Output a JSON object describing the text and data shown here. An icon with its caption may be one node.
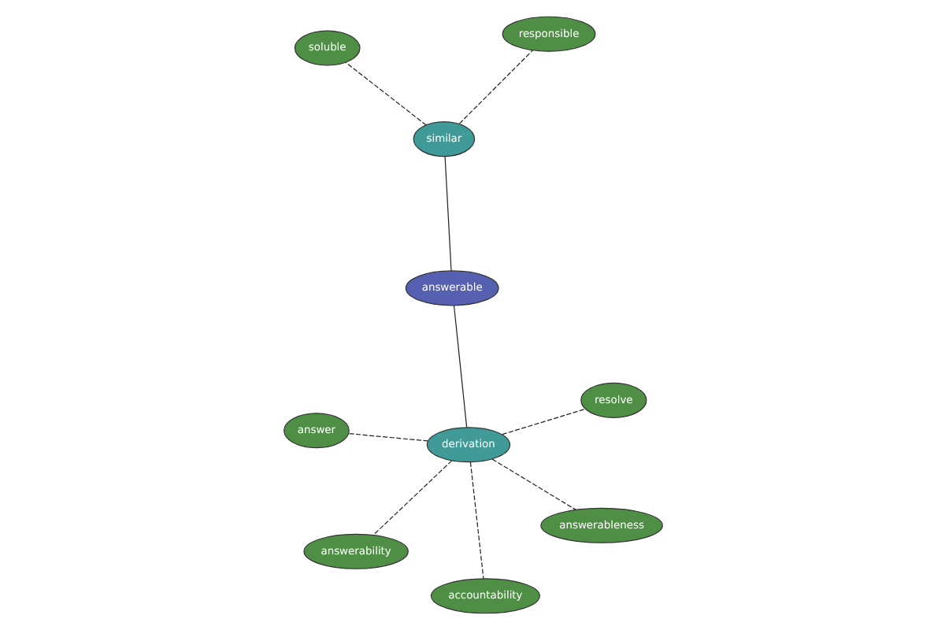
{
  "diagram": {
    "nodes": [
      {
        "text": [
          "answerable"
        ]
      },
      {
        "text": [
          "similar"
        ]
      },
      {
        "text": [
          "derivation"
        ]
      },
      {
        "text": [
          "soluble"
        ]
      },
      {
        "text": [
          "responsible"
        ]
      },
      {
        "text": [
          "answer"
        ]
      },
      {
        "text": [
          "answerability"
        ]
      },
      {
        "text": [
          "answerableness"
        ]
      },
      {
        "text": [
          "resolve"
        ]
      },
      {
        "text": [
          "accountability"
        ]
      }
    ],
    "edges": [
      {
        "from": 0,
        "to": 1,
        "arrow": "none"
      },
      {
        "from": 0,
        "to": 2,
        "arrow": "none"
      },
      {
        "from": 1,
        "to": 3,
        "arrow": "none",
        "style": "dashed"
      },
      {
        "from": 1,
        "to": 4,
        "arrow": "none",
        "style": "dashed"
      },
      {
        "from": 2,
        "to": 5,
        "arrow": "none",
        "style": "dashed"
      },
      {
        "from": 2,
        "to": 6,
        "arrow": "none",
        "style": "dashed"
      },
      {
        "from": 2,
        "to": 7,
        "arrow": "none",
        "style": "dashed"
      },
      {
        "from": 2,
        "to": 8,
        "arrow": "none",
        "style": "dashed"
      },
      {
        "from": 2,
        "to": 9,
        "arrow": "none",
        "style": "dashed"
      }
    ]
  }
}
